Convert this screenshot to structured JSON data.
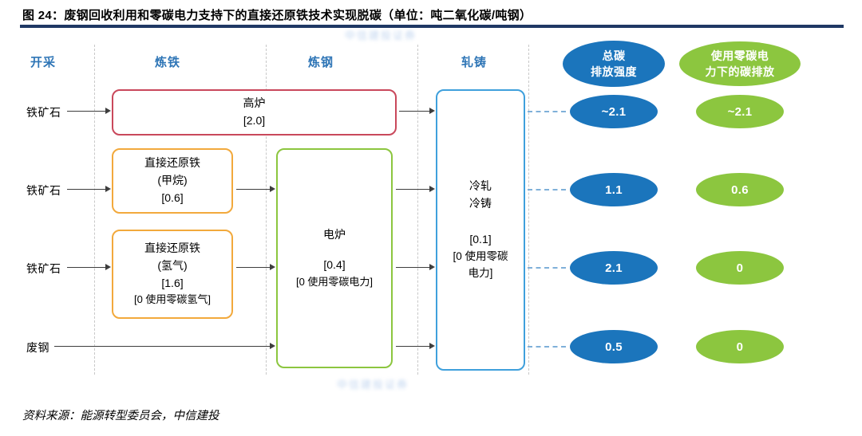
{
  "figure": {
    "title": "图 24：废钢回收利用和零碳电力支持下的直接还原铁技术实现脱碳（单位：吨二氧化碳/吨钢）",
    "source": "资料来源：能源转型委员会，中信建投",
    "watermark": "中信建投证券"
  },
  "columns": [
    {
      "label": "开采"
    },
    {
      "label": "炼铁"
    },
    {
      "label": "炼钢"
    },
    {
      "label": "轧铸"
    }
  ],
  "rows": [
    {
      "input": "铁矿石"
    },
    {
      "input": "铁矿石"
    },
    {
      "input": "铁矿石"
    },
    {
      "input": "废钢"
    }
  ],
  "boxes": {
    "blast_furnace": {
      "name": "高炉",
      "value": "[2.0]"
    },
    "dri_methane": {
      "name": "直接还原铁",
      "fuel": "(甲烷)",
      "value": "[0.6]"
    },
    "dri_hydrogen": {
      "name": "直接还原铁",
      "fuel": "(氢气)",
      "value": "[1.6]",
      "note": "[0 使用零碳氢气]"
    },
    "eaf": {
      "name": "电炉",
      "value": "[0.4]",
      "note": "[0 使用零碳电力]"
    },
    "rolling": {
      "name_line1": "冷轧",
      "name_line2": "冷铸",
      "value": "[0.1]",
      "note_line1": "[0 使用零碳",
      "note_line2": "电力]"
    }
  },
  "emissions": {
    "total_header": [
      "总碳",
      "排放强度"
    ],
    "zero_carbon_header": [
      "使用零碳电",
      "力下的碳排放"
    ],
    "total_values": [
      "~2.1",
      "1.1",
      "2.1",
      "0.5"
    ],
    "zero_carbon_values": [
      "~2.1",
      "0.6",
      "0",
      "0"
    ]
  },
  "colors": {
    "rule": "#1f3864",
    "column_header": "#2e75b6",
    "blast_furnace_border": "#c9485b",
    "dri_border": "#f2a93c",
    "eaf_border": "#8cc63f",
    "rolling_border": "#3fa0dc",
    "total_oval": "#1b75bc",
    "zero_carbon_oval": "#8cc63f"
  }
}
